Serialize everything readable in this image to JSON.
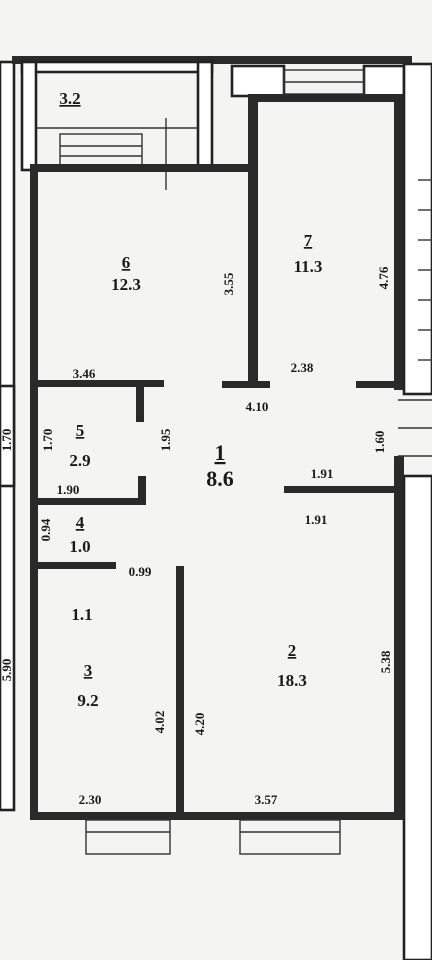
{
  "rooms": [
    {
      "number": "1",
      "area": "8.6"
    },
    {
      "number": "2",
      "area": "18.3"
    },
    {
      "number": "3",
      "area": "9.2"
    },
    {
      "number": "4",
      "area": "1.0"
    },
    {
      "number": "5",
      "area": "2.9"
    },
    {
      "number": "6",
      "area": "12.3"
    },
    {
      "number": "7",
      "area": "11.3"
    }
  ],
  "areas_unnumbered": {
    "balcony": "3.2",
    "closet": "1.1"
  },
  "dimensions": {
    "r6_height": "3.55",
    "r6_width": "3.46",
    "r7_height": "4.76",
    "r7_width": "2.38",
    "hall_width": "4.10",
    "hall_height": "1.95",
    "r5_height": "1.70",
    "r5_width": "1.90",
    "r4_height": "0.94",
    "r4_width": "0.99",
    "corridor_right": "1.60",
    "r2_top_a": "1.91",
    "r2_top_b": "1.91",
    "r2_height": "5.38",
    "r2_left": "4.20",
    "r2_width": "3.57",
    "r3_height": "4.02",
    "r3_width": "2.30",
    "left_edge_mid": "1.70",
    "left_edge_low": "5.90"
  }
}
